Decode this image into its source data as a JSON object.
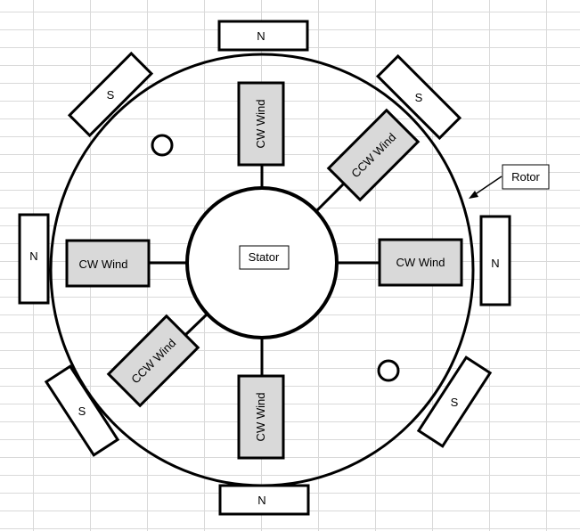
{
  "stator": {
    "label": "Stator"
  },
  "rotor": {
    "label": "Rotor"
  },
  "windings": [
    {
      "id": "top",
      "label": "CW Wind"
    },
    {
      "id": "upper-right",
      "label": "CCW Wind"
    },
    {
      "id": "right",
      "label": "CW Wind"
    },
    {
      "id": "bottom",
      "label": "CW Wind"
    },
    {
      "id": "lower-left",
      "label": "CCW Wind"
    },
    {
      "id": "left",
      "label": "CW Wind"
    }
  ],
  "magnets": [
    {
      "id": "top",
      "label": "N"
    },
    {
      "id": "upper-right",
      "label": "S"
    },
    {
      "id": "right",
      "label": "N"
    },
    {
      "id": "lower-right",
      "label": "S"
    },
    {
      "id": "bottom",
      "label": "N"
    },
    {
      "id": "lower-left",
      "label": "S"
    },
    {
      "id": "left",
      "label": "N"
    },
    {
      "id": "upper-left",
      "label": "S"
    }
  ]
}
